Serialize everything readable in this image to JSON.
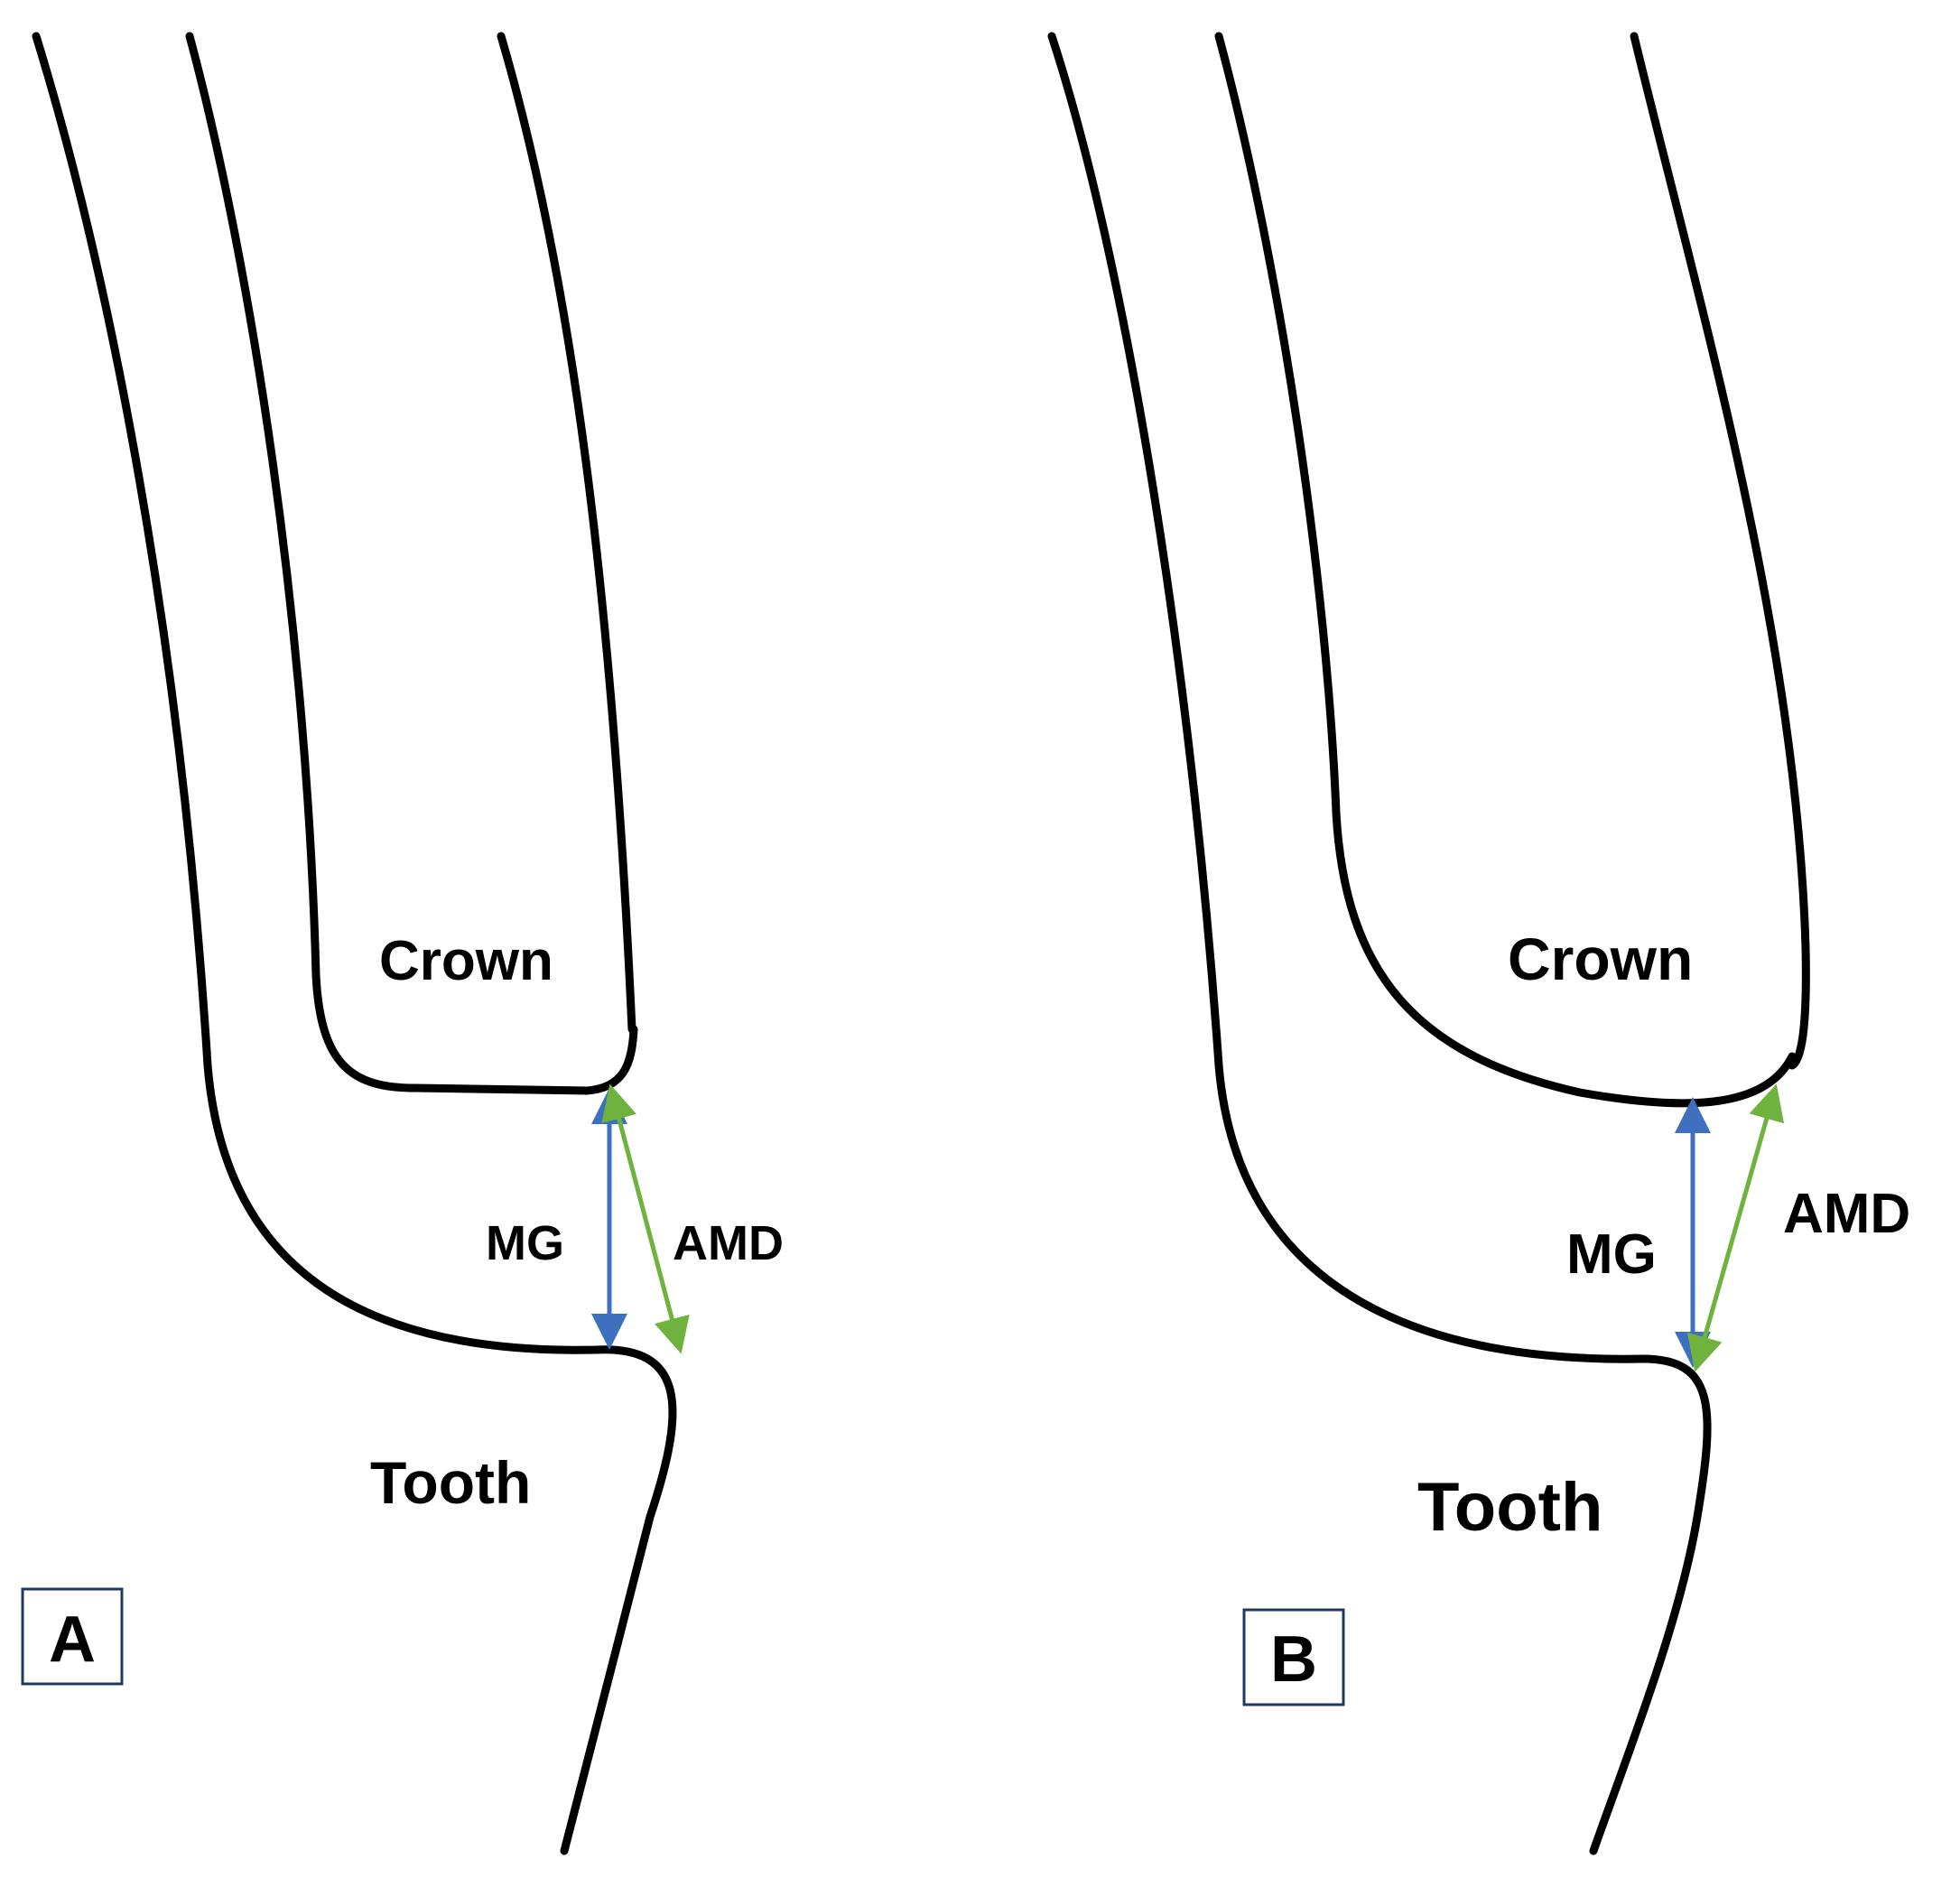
{
  "panels": [
    {
      "letter": "A",
      "crown_label": "Crown",
      "tooth_label": "Tooth",
      "mg_label": "MG",
      "amd_label": "AMD"
    },
    {
      "letter": "B",
      "crown_label": "Crown",
      "tooth_label": "Tooth",
      "mg_label": "MG",
      "amd_label": "AMD"
    }
  ],
  "colors": {
    "mg_arrow": "#3f6fbf",
    "amd_arrow": "#6fb23e",
    "outline": "#000000",
    "panel_box_border": "#1f3864"
  }
}
